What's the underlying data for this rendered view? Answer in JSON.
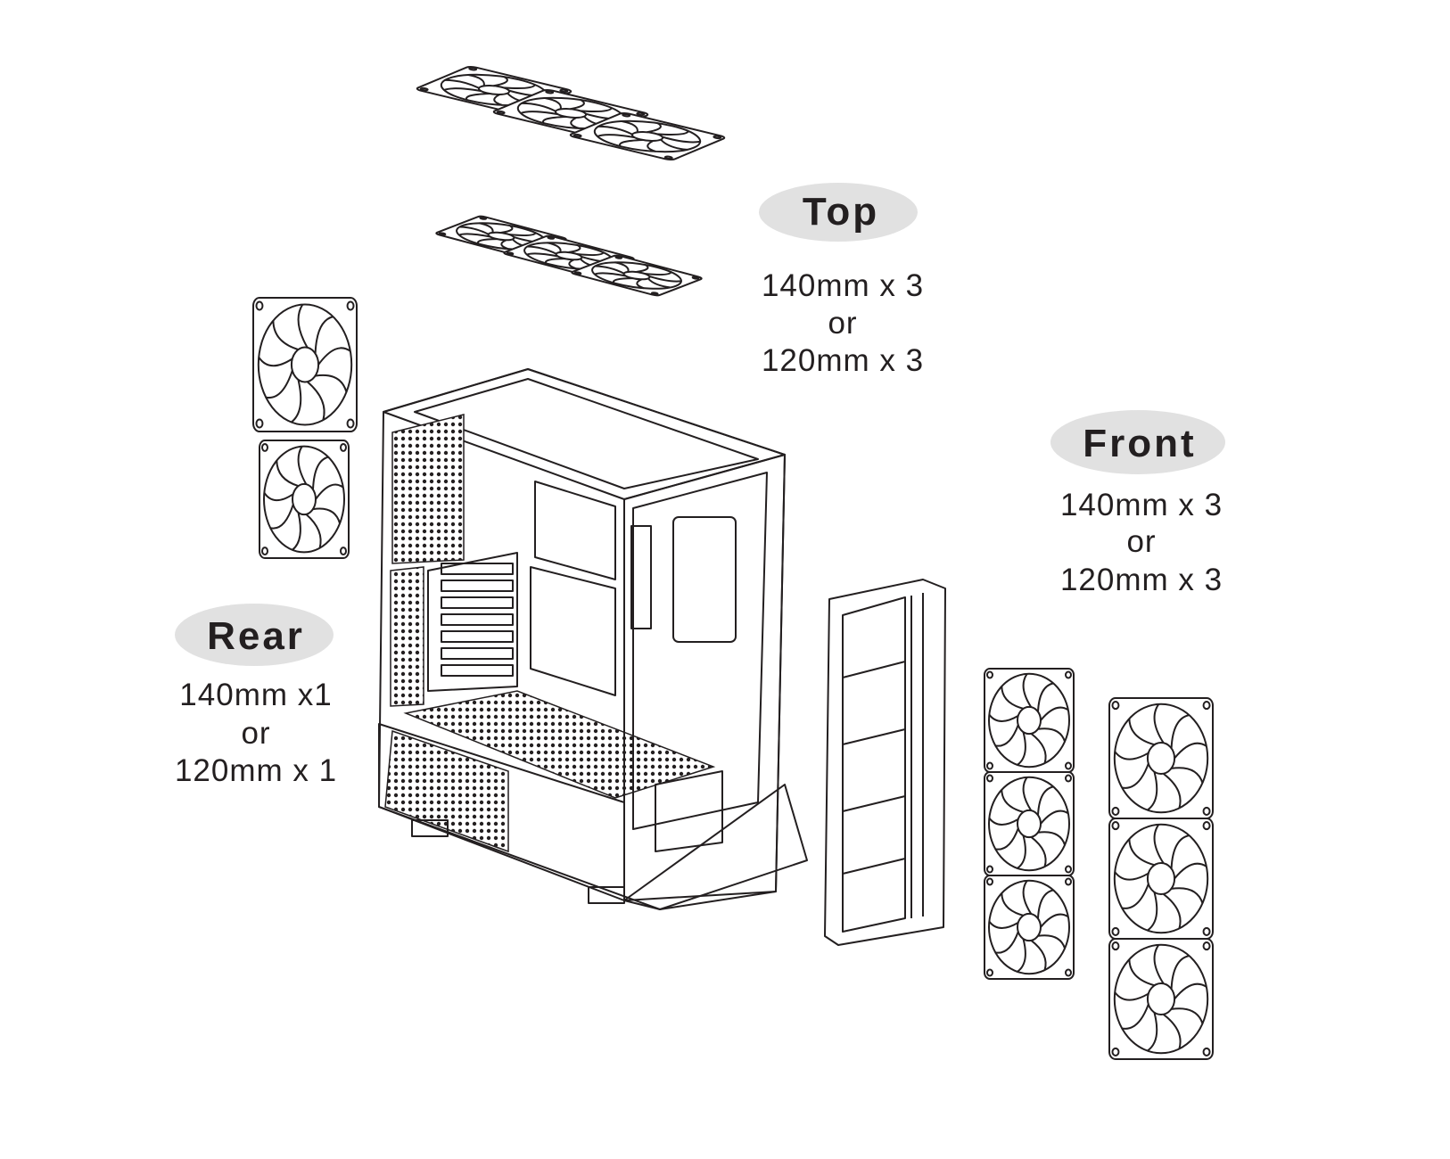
{
  "labels": {
    "top": {
      "title": "Top",
      "line1": "140mm x 3",
      "line2": "or",
      "line3": "120mm x 3"
    },
    "front": {
      "title": "Front",
      "line1": "140mm x 3",
      "line2": "or",
      "line3": "120mm x 3"
    },
    "rear": {
      "title": "Rear",
      "line1": "140mm x1",
      "line2": "or",
      "line3": "120mm x 1"
    }
  },
  "colors": {
    "ink": "#231f20",
    "badge": "#e1e1e1",
    "background": "#ffffff"
  }
}
